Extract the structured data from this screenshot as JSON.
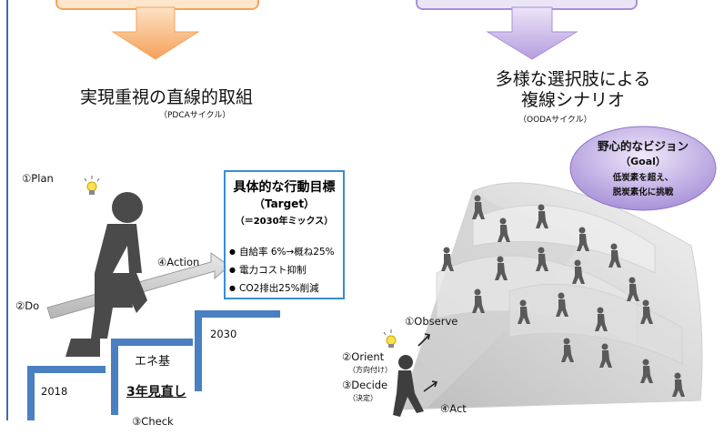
{
  "left": {
    "title": "実現重視の直線的取組",
    "subtitle": "（PDCAサイクル）",
    "steps": {
      "plan": "①Plan",
      "do": "②Do",
      "action": "④Action",
      "check": "③Check"
    },
    "years": {
      "start": "2018",
      "end": "2030"
    },
    "review": {
      "label": "エネ基",
      "period": "3年見直し"
    },
    "target": {
      "title": "具体的な行動目標",
      "en": "（Target）",
      "mix": "（＝2030年ミックス）",
      "items": [
        "自給率 6%→概ね25%",
        "電力コスト抑制",
        "CO2排出25%削減"
      ]
    }
  },
  "right": {
    "title_line1": "多様な選択肢による",
    "title_line2": "複線シナリオ",
    "subtitle": "（OODAサイクル）",
    "steps": {
      "observe": "①Observe",
      "orient": "②Orient",
      "orient_note": "（方向付け）",
      "decide": "③Decide",
      "decide_note": "（決定）",
      "act": "④Act"
    },
    "goal": {
      "title": "野心的なビジョン",
      "en": "（Goal）",
      "line1": "低炭素を超え、",
      "line2": "脱炭素化に挑戦"
    }
  },
  "colors": {
    "orange_arrow": "#f7b26b",
    "purple_arrow": "#c9b6e6",
    "stair_blue": "#4a7fc1",
    "target_border": "#3a8fd0",
    "goal_fill": "#b7a4dc"
  }
}
